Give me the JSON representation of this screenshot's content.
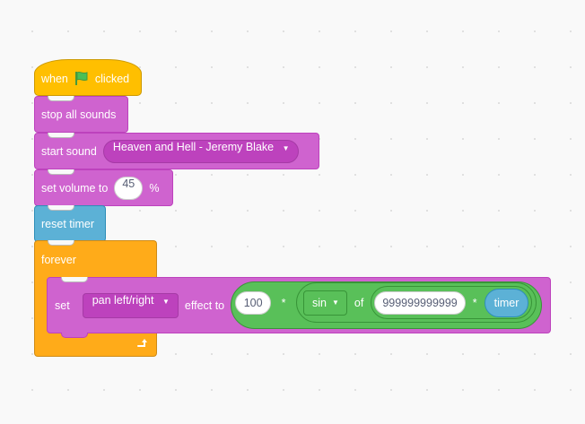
{
  "script": {
    "hat": {
      "label_before": "when",
      "label_after": "clicked",
      "icon": "green-flag-icon",
      "color": "#ffbf00"
    },
    "stop_sounds": {
      "label": "stop all sounds"
    },
    "start_sound": {
      "label": "start sound",
      "sound": "Heaven and Hell - Jeremy Blake"
    },
    "set_volume": {
      "label": "set volume to",
      "value": "45",
      "unit": "%"
    },
    "reset_timer": {
      "label": "reset timer"
    },
    "forever": {
      "label": "forever"
    },
    "set_effect": {
      "label": "set",
      "effect": "pan left/right",
      "label_to": "effect to",
      "multiplier": "100",
      "op1": "*",
      "func": "sin",
      "label_of": "of",
      "number": "999999999999",
      "op2": "*",
      "reporter": "timer"
    }
  },
  "colors": {
    "events": "#ffbf00",
    "sound": "#cf63cf",
    "sensing": "#5cb1d6",
    "control": "#ffab19",
    "operators": "#59c059"
  }
}
